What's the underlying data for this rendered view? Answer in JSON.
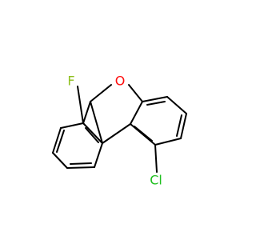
{
  "molecule": {
    "atoms": {
      "oxygen": {
        "symbol": "O",
        "color": "#ff0d0d"
      },
      "fluorine": {
        "symbol": "F",
        "color": "#8fbf1f"
      },
      "chlorine": {
        "symbol": "Cl",
        "color": "#1fbf1f"
      }
    },
    "bond_color": "#000000",
    "background": "#ffffff"
  }
}
